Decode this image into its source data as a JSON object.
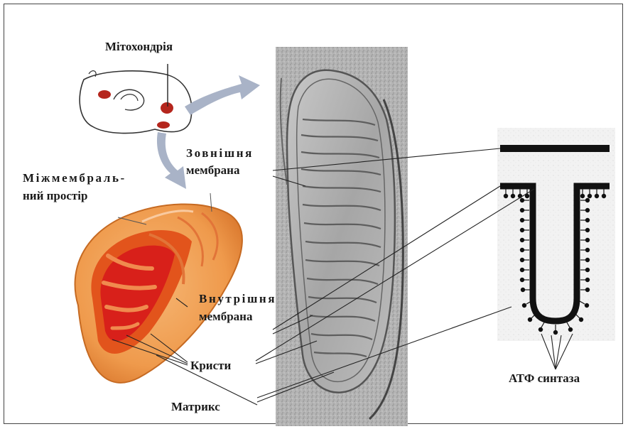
{
  "labels": {
    "mitochondrion": "Мітохондрія",
    "outer_membrane_line1": "Зовнішня",
    "outer_membrane_line2": "мембрана",
    "intermembrane_line1": "Міжмембраль-",
    "intermembrane_line2": "ний простір",
    "inner_membrane_line1": "Внутрішня",
    "inner_membrane_line2": "мембрана",
    "cristae": "Кристи",
    "matrix": "Матрикс",
    "atp_synthase": "АТФ синтаза"
  },
  "colors": {
    "mito_outer": "#f0a35a",
    "mito_inner": "#e2541c",
    "matrix_red": "#d8201a",
    "micrograph": "#9a9a9a",
    "membrane_black": "#111111"
  }
}
